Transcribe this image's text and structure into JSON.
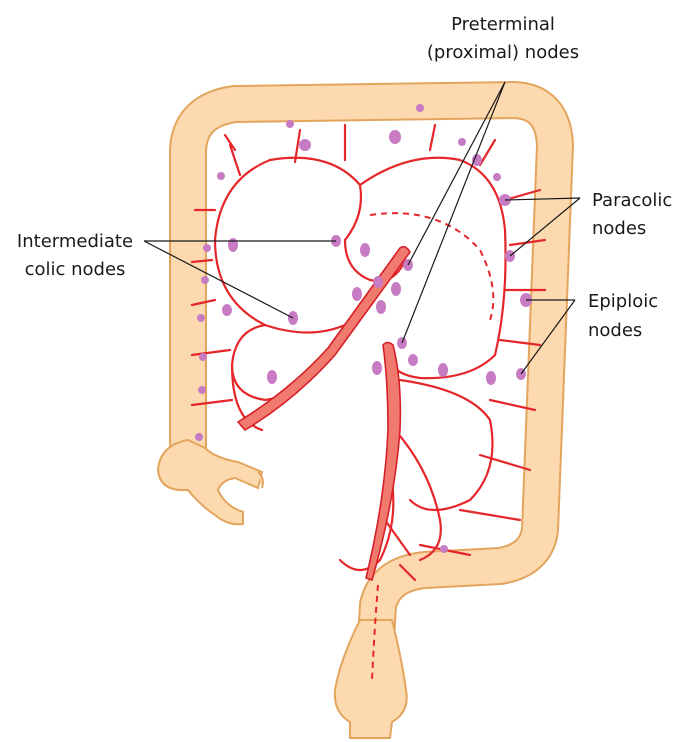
{
  "labels": {
    "preterminal_line1": "Preterminal",
    "preterminal_line2": "(proximal) nodes",
    "intermediate_line1": "Intermediate",
    "intermediate_line2": "colic nodes",
    "paracolic_line1": "Paracolic",
    "paracolic_line2": "nodes",
    "epiploic_line1": "Epiploic",
    "epiploic_line2": "nodes"
  },
  "colors": {
    "colon_fill": "#fcd9ae",
    "colon_outline": "#e3a55e",
    "vessel": "#e5262a",
    "lymph_node": "#c77bc3",
    "label_text": "#1a1a1a"
  }
}
